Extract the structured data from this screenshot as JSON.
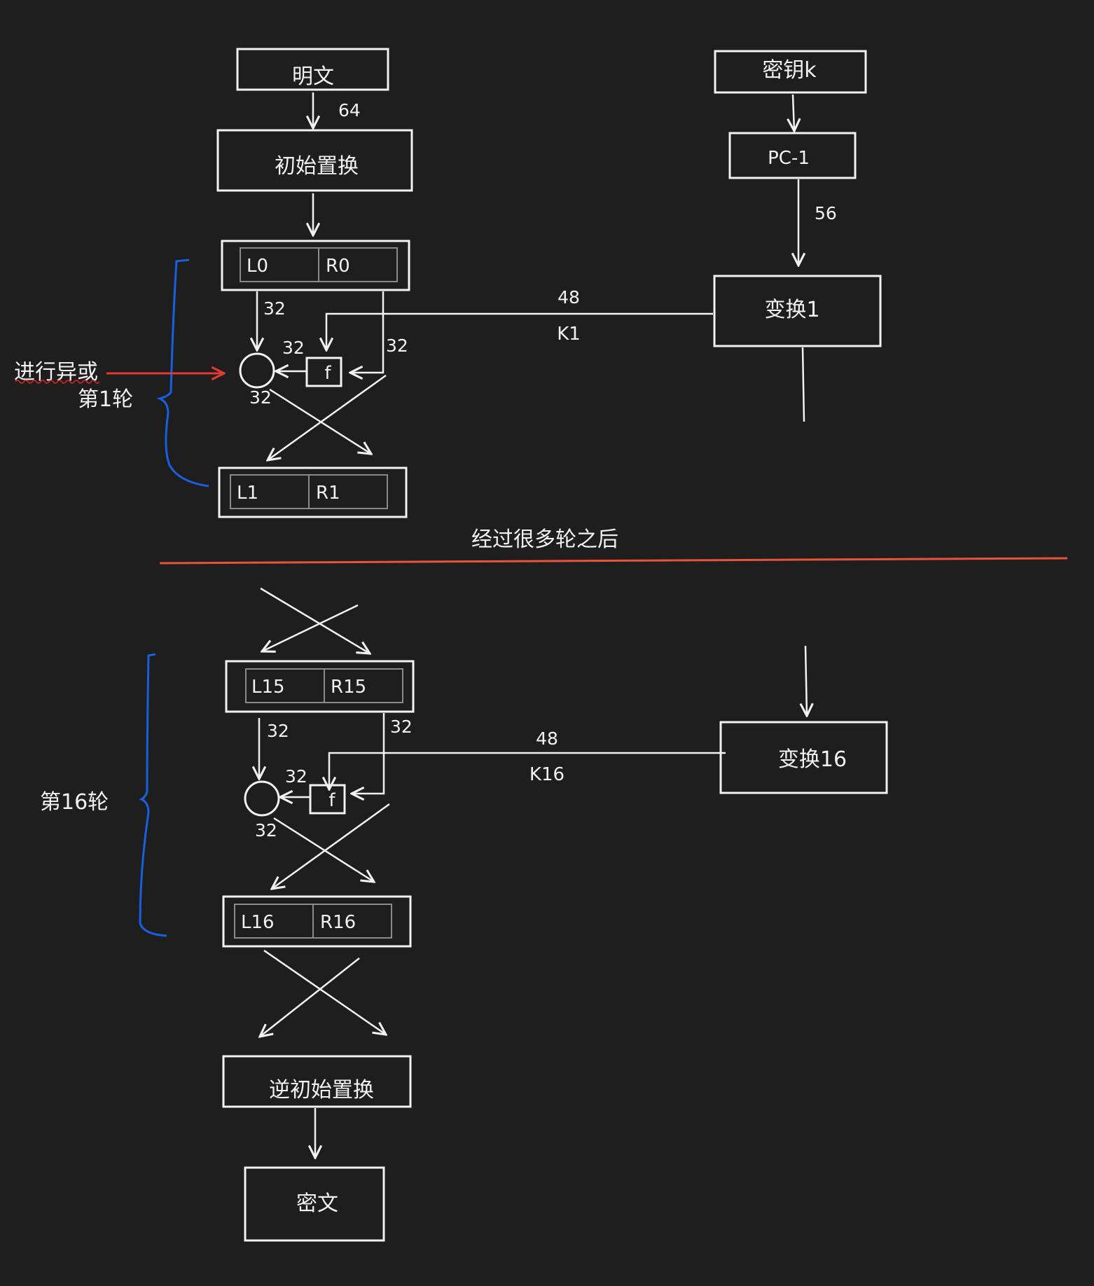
{
  "diagram": {
    "top": {
      "plaintext": "明文",
      "bits_64": "64",
      "initial_permutation": "初始置换",
      "key": "密钥k",
      "pc1": "PC-1",
      "bits_56": "56",
      "transform1": "变换1",
      "bits_48": "48",
      "k1": "K1",
      "l0": "L0",
      "r0": "R0",
      "bits_32_left": "32",
      "bits_32_f": "32",
      "bits_32_right": "32",
      "bits_32_xor": "32",
      "f": "f",
      "xor_note": "进行异或",
      "round1": "第1轮",
      "l1": "L1",
      "r1": "R1"
    },
    "separator": "经过很多轮之后",
    "bottom": {
      "l15": "L15",
      "r15": "R15",
      "bits_32_left": "32",
      "bits_32_right": "32",
      "bits_32_f": "32",
      "bits_32_xor": "32",
      "f": "f",
      "transform16": "变换16",
      "bits_48": "48",
      "k16": "K16",
      "round16": "第16轮",
      "l16": "L16",
      "r16": "R16",
      "inverse_permutation": "逆初始置换",
      "ciphertext": "密文"
    }
  }
}
